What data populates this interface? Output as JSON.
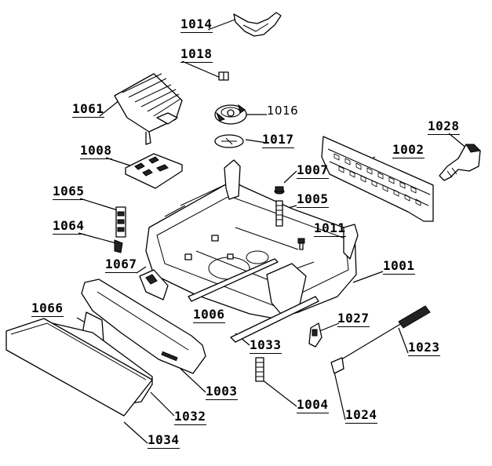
{
  "callouts": {
    "c1014": "1014",
    "c1018": "1018",
    "c1061": "1061",
    "c1016": "1016",
    "c1017": "1017",
    "c1008": "1008",
    "c1007": "1007",
    "c1028": "1028",
    "c1002": "1002",
    "c1065": "1065",
    "c1005": "1005",
    "c1064": "1064",
    "c1011": "1011",
    "c1067": "1067",
    "c1001": "1001",
    "c1066": "1066",
    "c1006": "1006",
    "c1027": "1027",
    "c1033": "1033",
    "c1023": "1023",
    "c1003": "1003",
    "c1004": "1004",
    "c1032": "1032",
    "c1024": "1024",
    "c1034": "1034"
  }
}
